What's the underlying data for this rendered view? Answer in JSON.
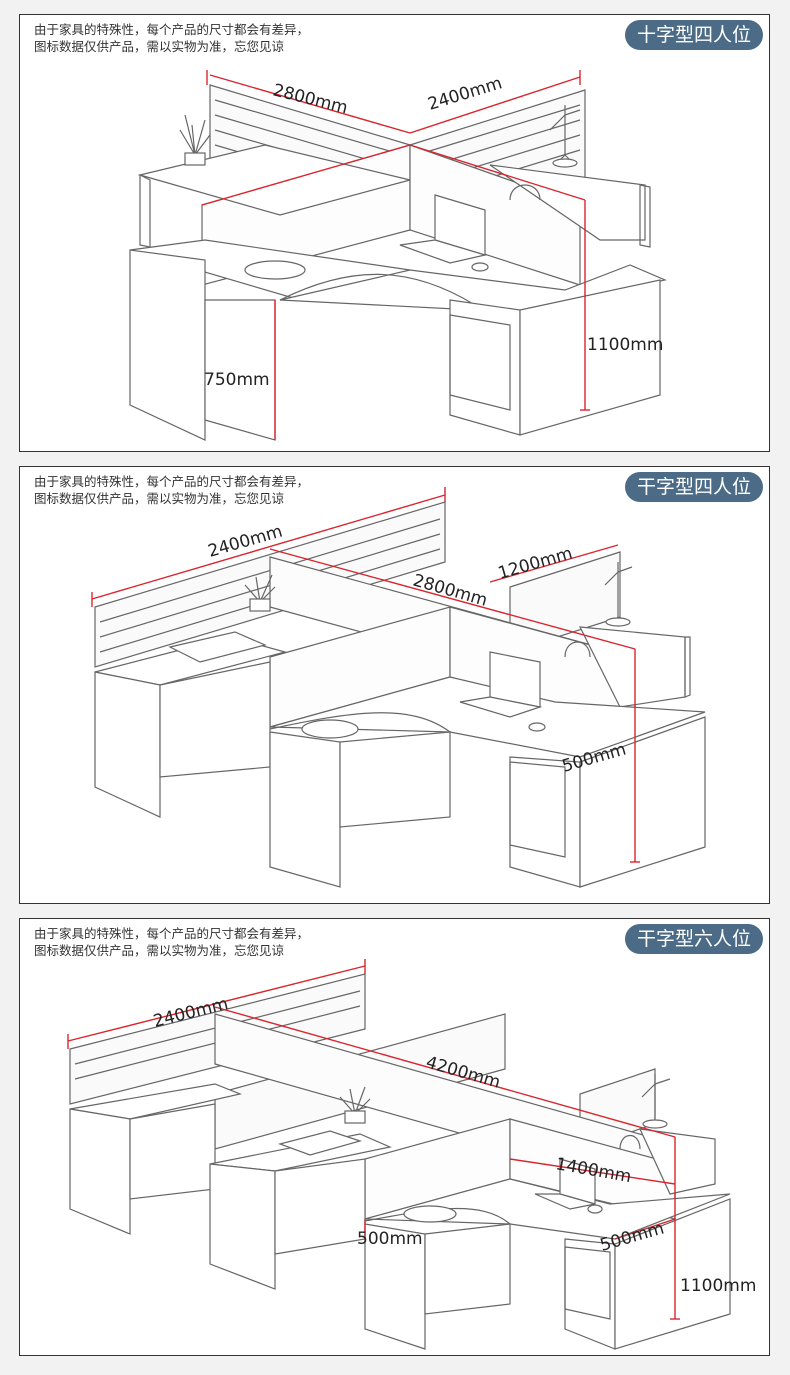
{
  "disclaimer": {
    "line1": "由于家具的特殊性，每个产品的尺寸都会有差异，",
    "line2": "图标数据仅供产品，需以实物为准，忘您见谅"
  },
  "panels": [
    {
      "title": "十字型四人位",
      "dims": {
        "a": "2800mm",
        "b": "2400mm",
        "c": "1100mm",
        "d": "750mm"
      }
    },
    {
      "title": "干字型四人位",
      "dims": {
        "a": "2400mm",
        "b": "2800mm",
        "c": "1200mm",
        "d": "500mm"
      }
    },
    {
      "title": "干字型六人位",
      "dims": {
        "a": "2400mm",
        "b": "4200mm",
        "c": "1400mm",
        "d": "500mm",
        "e": "500mm",
        "f": "1100mm"
      }
    }
  ],
  "colors": {
    "badge": "#4c6b87",
    "dimension": "#d9262e",
    "line": "#555555"
  }
}
